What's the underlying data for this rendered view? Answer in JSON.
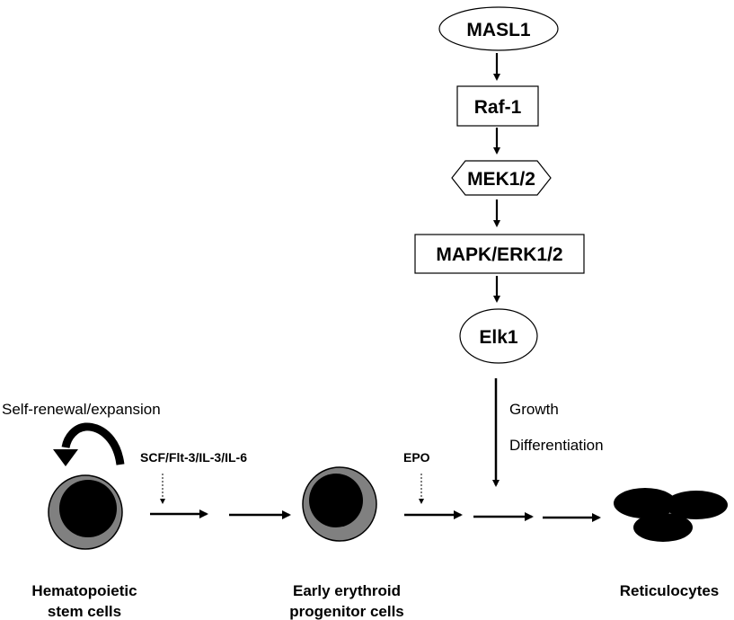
{
  "pathway": {
    "masl1": "MASL1",
    "raf1": "Raf-1",
    "mek": "MEK1/2",
    "mapk": "MAPK/ERK1/2",
    "elk1": "Elk1"
  },
  "effects": {
    "growth": "Growth",
    "differentiation": "Differentiation"
  },
  "self_renewal": "Self-renewal/expansion",
  "factors": {
    "early": "SCF/Flt-3/IL-3/IL-6",
    "epo": "EPO"
  },
  "cells": {
    "hsc_line1": "Hematopoietic",
    "hsc_line2": "stem cells",
    "progenitor_line1": "Early erythroid",
    "progenitor_line2": "progenitor cells",
    "reticulocytes": "Reticulocytes"
  },
  "colors": {
    "cell_outer": "#808080",
    "cell_inner": "#000000",
    "line": "#000000"
  }
}
